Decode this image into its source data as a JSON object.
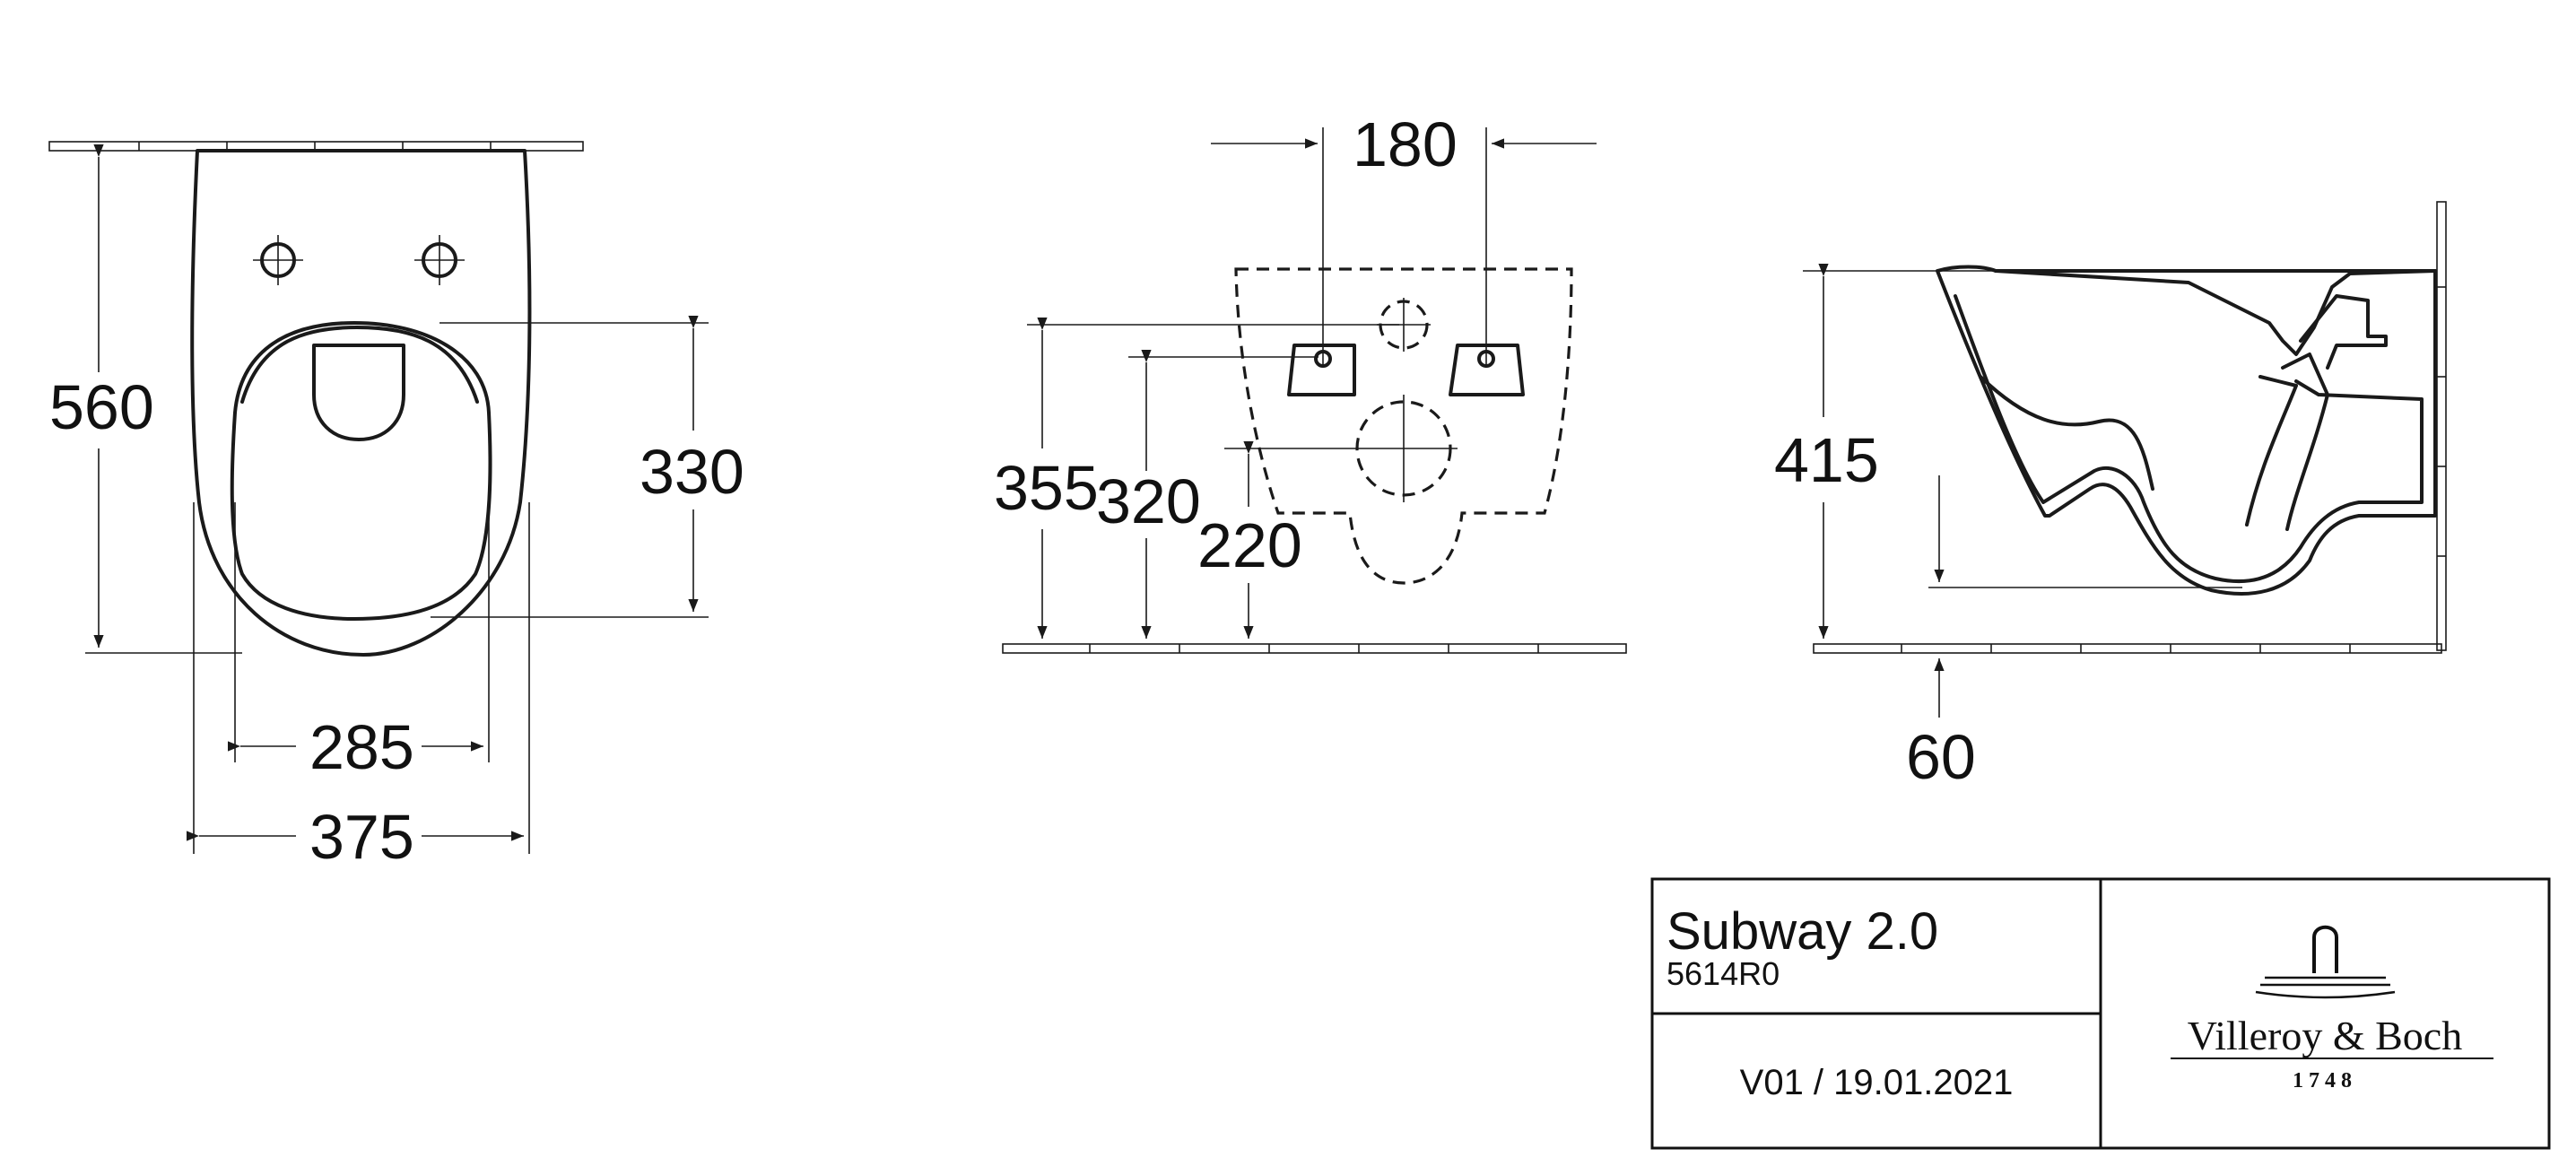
{
  "top_view": {
    "height": "560",
    "inner_length": "330",
    "inner_width": "285",
    "outer_width": "375"
  },
  "front_view": {
    "bolt_spacing": "180",
    "upper_fixing": "355",
    "lower_fixing": "320",
    "outlet_height": "220"
  },
  "side_view": {
    "rim_height": "415",
    "outlet_offset": "60"
  },
  "title_block": {
    "product": "Subway 2.0",
    "article": "5614R0",
    "version": "V01 / 19.01.2021",
    "brand": "Villeroy & Boch",
    "founded": "1748"
  }
}
